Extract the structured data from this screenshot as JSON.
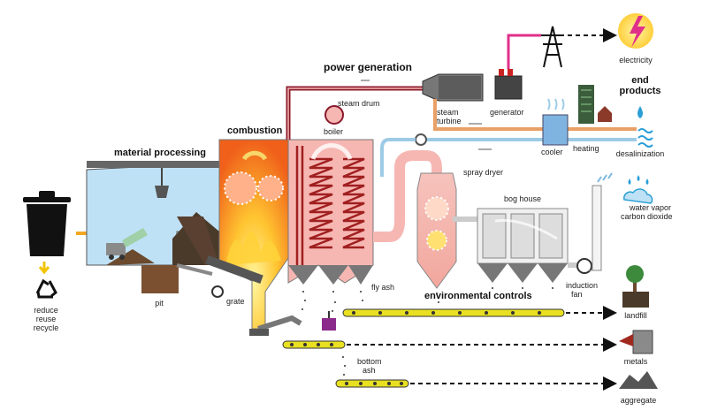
{
  "labels": {
    "material_processing": "material processing",
    "combustion": "combustion",
    "power_generation": "power generation",
    "end_products_1": "end",
    "end_products_2": "products",
    "steam_drum": "steam drum",
    "boiler": "boiler",
    "steam_turbine_1": "steam",
    "steam_turbine_2": "turbine",
    "generator": "generator",
    "electricity": "electricity",
    "cooler": "cooler",
    "heating": "heating",
    "desalinization": "desalinization",
    "spray_dryer": "spray dryer",
    "bog_house": "bog house",
    "water_vapor": "water vapor",
    "carbon_dioxide": "carbon dioxide",
    "induction_fan_1": "induction",
    "induction_fan_2": "fan",
    "fly_ash": "fly ash",
    "environmental_controls": "environmental controls",
    "landfill": "landfill",
    "metals": "metals",
    "aggregate": "aggregate",
    "bottom_ash_1": "bottom",
    "bottom_ash_2": "ash",
    "pit": "pit",
    "grate": "grate",
    "reduce": "reduce",
    "reuse": "reuse",
    "recycle": "recycle"
  },
  "colors": {
    "fire_orange": "#f26a1b",
    "fire_yellow": "#ffd23a",
    "boiler_pink": "#f6b7b3",
    "pipe_maroon": "#8b1a2e",
    "hot_pipe": "#e9a067",
    "water_pipe": "#9ccbe6",
    "conveyor_yellow": "#e8e020",
    "process_blue": "#bfe1f5",
    "electric_pink": "#e0308a"
  },
  "icons": [
    "trash-bin-icon",
    "recycle-icon",
    "lightning-icon",
    "transmission-tower-icon",
    "tree-icon",
    "water-drop-icon",
    "cloud-icon"
  ]
}
